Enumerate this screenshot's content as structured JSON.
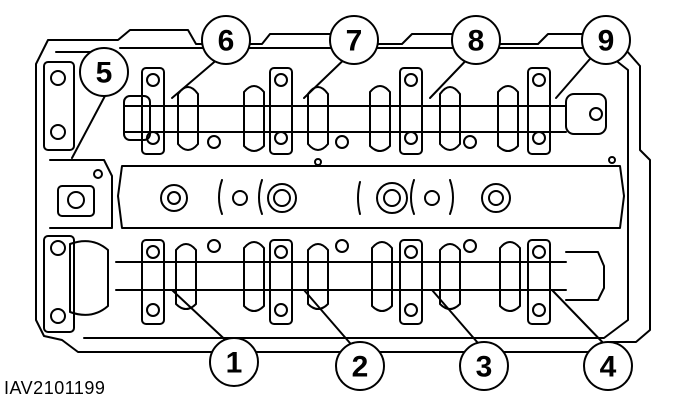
{
  "figure_code": "IAV2101199",
  "callouts": [
    "1",
    "2",
    "3",
    "4",
    "5",
    "6",
    "7",
    "8",
    "9"
  ],
  "line_color": "#000000",
  "background_color": "#ffffff"
}
